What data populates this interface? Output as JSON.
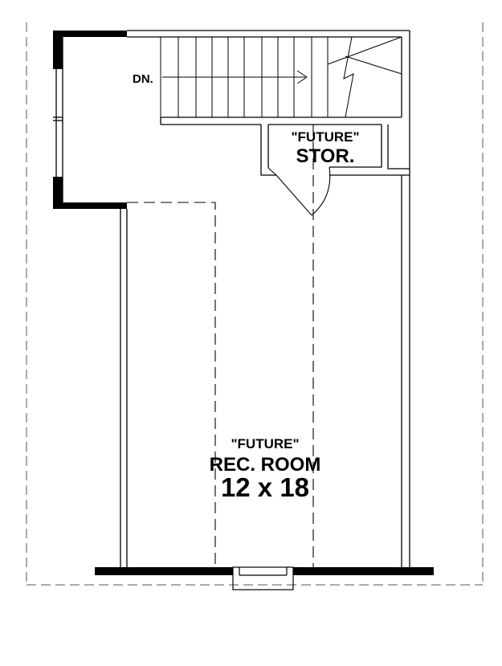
{
  "plan": {
    "stair_label": "DN.",
    "storage": {
      "line1": "\"FUTURE\"",
      "line2": "STOR."
    },
    "rec_room": {
      "line1": "\"FUTURE\"",
      "line2": "REC. ROOM",
      "dimensions": "12 x 18"
    }
  },
  "colors": {
    "line": "#000000",
    "background": "#ffffff"
  }
}
